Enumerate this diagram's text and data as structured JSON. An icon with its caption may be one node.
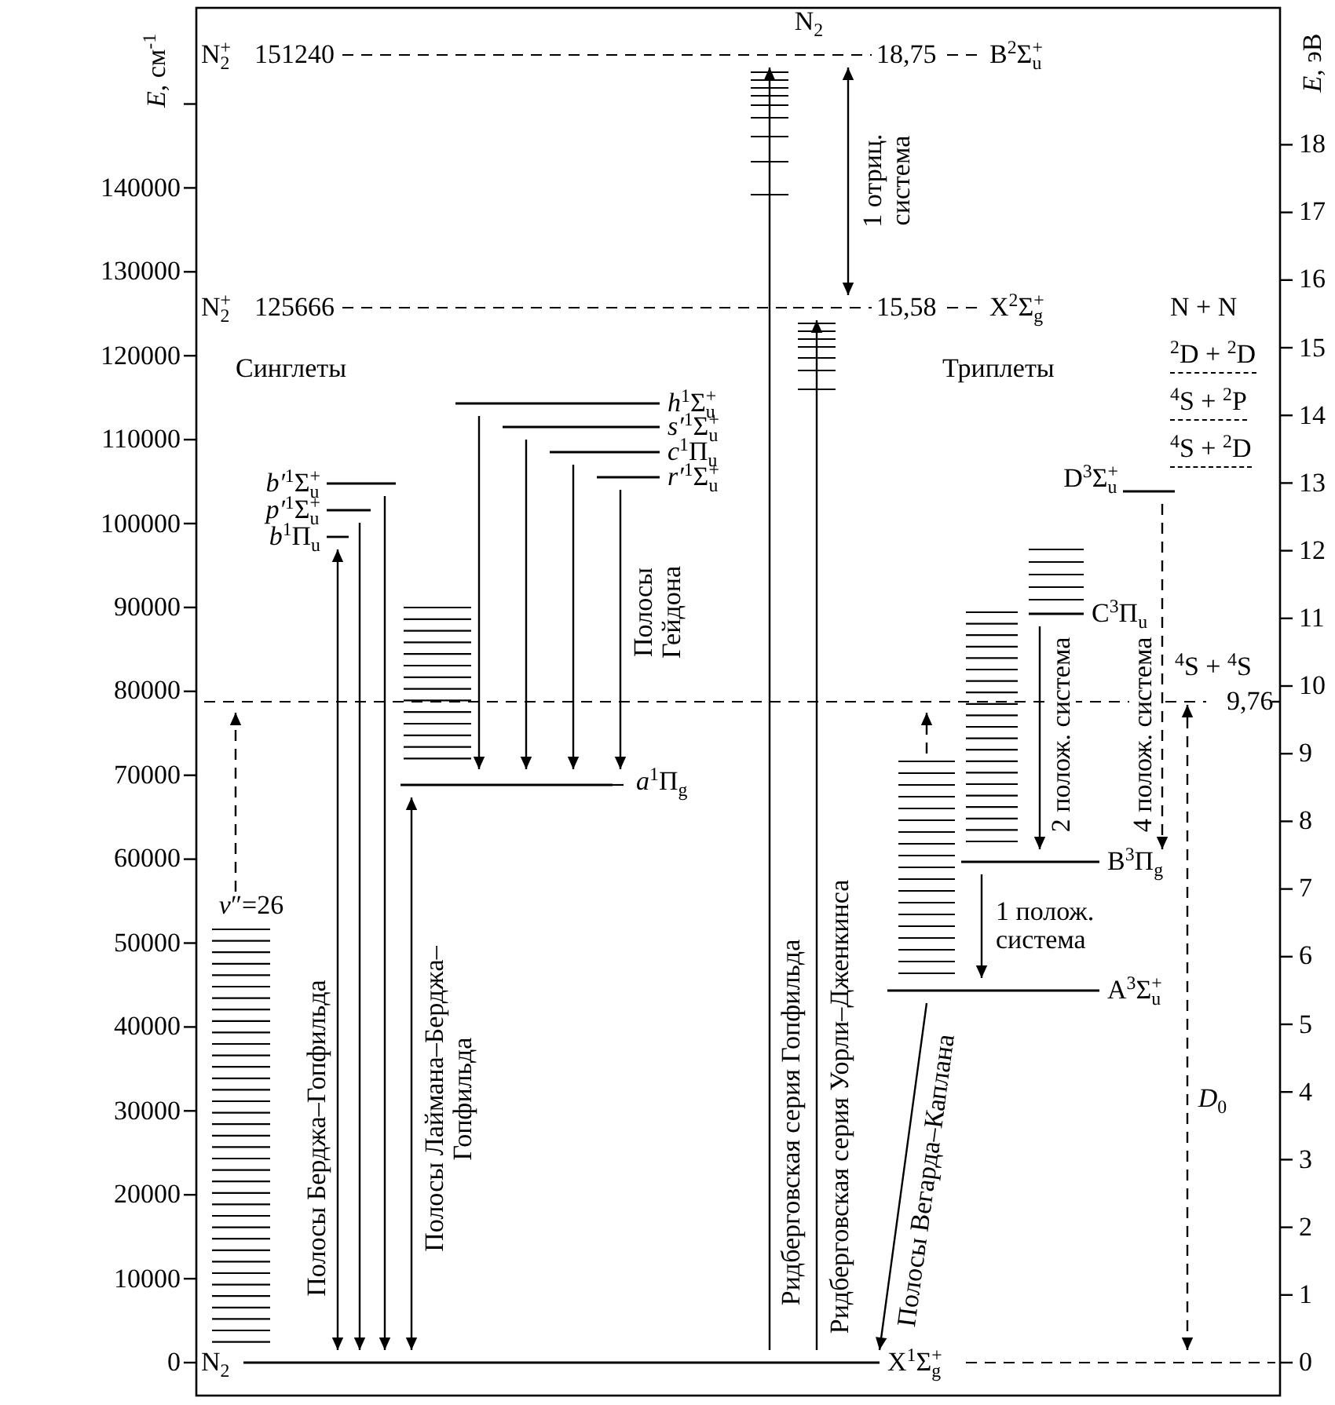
{
  "diagram": {
    "nodes": [
      {
        "text": [
          "N$_{2}$",
          "X$^{1}$Σ$_{g}$$^{+}$"
        ]
      },
      {
        "text": [
          "*a*$^{1}$Π$_{g}$"
        ]
      },
      {
        "text": [
          "*b*$^{1}$Π$_{u}$"
        ]
      },
      {
        "text": [
          "*b′*$^{1}$Σ$_{u}$$^{+}$"
        ]
      },
      {
        "text": [
          "*c*$^{1}$Π$_{u}$"
        ]
      },
      {
        "text": [
          "*h*$^{1}$Σ$_{u}$$^{+}$"
        ]
      },
      {
        "text": [
          "*s′*$^{1}$Σ$_{u}$$^{+}$"
        ]
      },
      {
        "text": [
          "*r′*$^{1}$Σ$_{u}$$^{+}$"
        ]
      },
      {
        "text": [
          "*p′*$^{1}$Σ$_{u}$$^{+}$"
        ]
      },
      {
        "text": [
          "N$_{2}$$^{+}$",
          "151240",
          "18,75",
          "B$^{2}$Σ$_{u}$$^{+}$"
        ]
      },
      {
        "text": [
          "15,58",
          "X$^{2}$Σ$_{g}$$^{+}$"
        ]
      },
      {
        "text": [
          "A$^{3}$Σ$_{u}$$^{+}$"
        ]
      },
      {
        "text": [
          "B$^{3}$Π$_{g}$"
        ]
      },
      {
        "text": [
          "C$^{3}$Π$_{u}$"
        ]
      },
      {
        "text": [
          "D$^{3}$Σ$_{u}$$^{+}$"
        ]
      },
      {
        "text": [
          "*v*″=26"
        ]
      },
      {
        "text": [],
        "shape": "bar"
      }
    ],
    "edges": [
      {
        "from": 0,
        "to": 1,
        "arrow": "both",
        "label": "Полосы Лаймана–Берджа–Гопфильда"
      },
      {
        "from": 2,
        "to": 0,
        "arrow": "both",
        "label": "Полосы Берджа–Гопфильда"
      },
      {
        "from": 8,
        "to": 0,
        "arrow": "to"
      },
      {
        "from": 3,
        "to": 0,
        "arrow": "to"
      },
      {
        "from": 7,
        "to": 1,
        "arrow": "to",
        "label": "Полосы Гейдона"
      },
      {
        "from": 6,
        "to": 1,
        "arrow": "to"
      },
      {
        "from": 4,
        "to": 1,
        "arrow": "to"
      },
      {
        "from": 5,
        "to": 1,
        "arrow": "to"
      },
      {
        "from": 0,
        "to": 10,
        "arrow": "to",
        "label": "Ридберговская серия Уорли–Дженкинса"
      },
      {
        "from": 0,
        "to": 9,
        "arrow": "to",
        "label": "Ридберговская серия Гопфильда"
      },
      {
        "from": 10,
        "to": 9,
        "arrow": "both",
        "label": "1 отриц. система"
      },
      {
        "from": 11,
        "to": 0,
        "arrow": "to",
        "label": "Полосы Вегарда–Каплана"
      },
      {
        "from": 12,
        "to": 11,
        "arrow": "to",
        "label": "1 полож. система"
      },
      {
        "from": 13,
        "to": 12,
        "arrow": "to",
        "label": "2 полож. система"
      },
      {
        "from": 14,
        "to": 12,
        "arrow": "to",
        "label": "4 полож. система",
        "style": "dashed"
      },
      {
        "from": 0,
        "to": null,
        "arrow": "both",
        "label": "*D*$_{0}$",
        "style": "dashed"
      },
      {
        "from": 15,
        "to": null,
        "arrow": "to",
        "style": "dashed"
      },
      {
        "from": 16,
        "to": null,
        "arrow": "to",
        "style": "dashed"
      }
    ],
    "labels": [
      "*E*, см$^{-1}$",
      "*E*, эВ",
      "N$_{2}$",
      "N$_{2}$$^{+}$",
      "125666",
      "140000",
      "130000",
      "120000",
      "110000",
      "100000",
      "90000",
      "80000",
      "70000",
      "60000",
      "50000",
      "40000",
      "30000",
      "20000",
      "10000",
      "0",
      "18",
      "17",
      "16",
      "15",
      "14",
      "13",
      "12",
      "11",
      "10",
      "9",
      "8",
      "7",
      "6",
      "5",
      "4",
      "3",
      "2",
      "1",
      "0",
      "Синглеты",
      "Триплеты",
      "N + N",
      "$^{2}$D + $^{2}$D",
      "$^{4}$S + $^{2}$P",
      "$^{4}$S + $^{2}$D",
      "$^{4}$S + $^{4}$S",
      "9,76"
    ]
  }
}
